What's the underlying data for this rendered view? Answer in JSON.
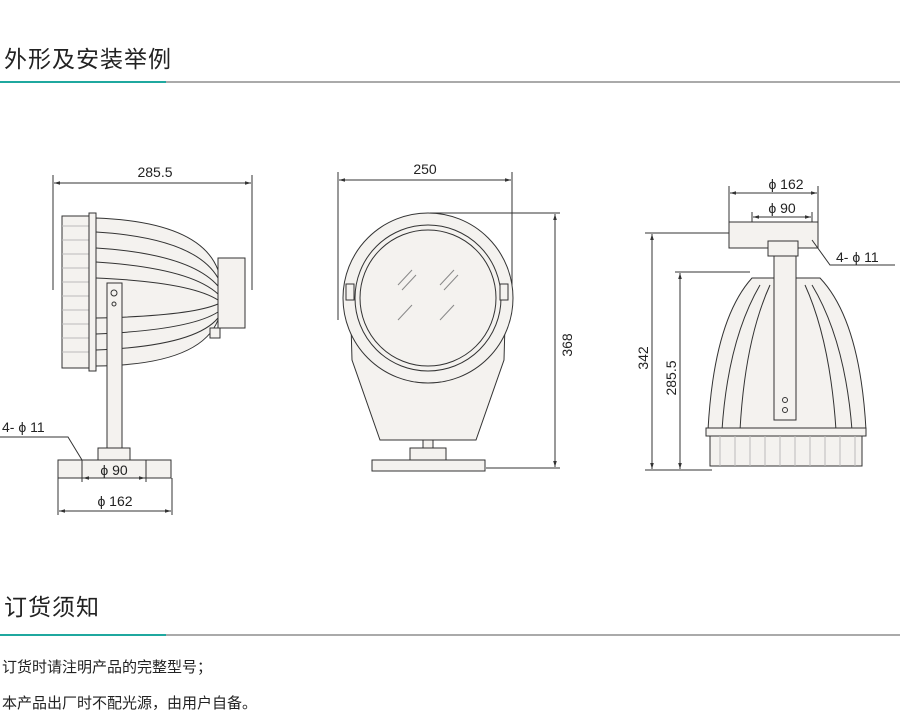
{
  "section1": {
    "title": "外形及安装举例"
  },
  "section2": {
    "title": "订货须知",
    "lines": [
      "订货时请注明产品的完整型号；",
      "本产品出厂时不配光源，由用户自备。"
    ]
  },
  "side_view": {
    "width": "285.5",
    "hole": "4- ϕ 11",
    "inner": "ϕ 90",
    "outer": "ϕ 162"
  },
  "front_view": {
    "width": "250",
    "height": "368"
  },
  "rear_view": {
    "outer": "ϕ 162",
    "inner": "ϕ 90",
    "hole": "4- ϕ 11",
    "height": "342",
    "lamp_height": "285.5"
  },
  "colors": {
    "accent": "#1fa89f",
    "rule": "#aaaaaa"
  }
}
